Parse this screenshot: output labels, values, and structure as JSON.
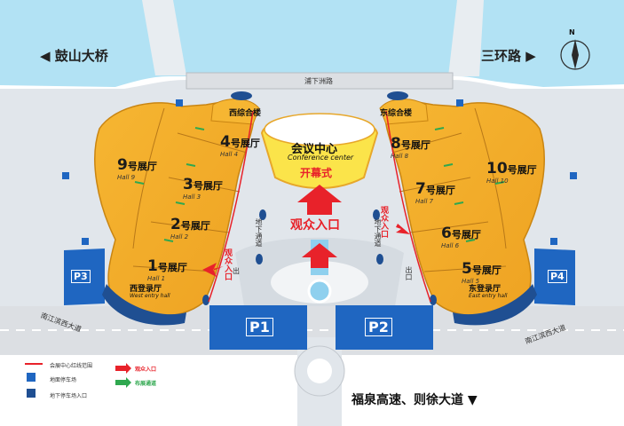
{
  "roads": {
    "top_left": "◀ 鼓山大桥",
    "top_right": "三环路 ▶",
    "top_center": "浦下洲路",
    "bottom_left": "南江滨西大道",
    "bottom_right": "南江滨西大道",
    "bottom_center": "福泉高速、则徐大道 ▼",
    "tunnel_left": "地下通道",
    "tunnel_right": "地下通道"
  },
  "compass": {
    "label": "N"
  },
  "center": {
    "cn": "会议中心",
    "en": "Conference center",
    "opening": "开幕式",
    "entrance": "观众入口"
  },
  "side_entrances": {
    "left": "观众入口",
    "right": "观众入口",
    "exit_left": "出",
    "exit_right": "出口"
  },
  "lobbies": {
    "west_main": "西综合楼",
    "east_main": "东综合楼",
    "west_entry": {
      "cn": "西登录厅",
      "en": "West entry hall"
    },
    "east_entry": {
      "cn": "东登录厅",
      "en": "East entry hall"
    }
  },
  "halls": [
    {
      "id": "hall-1",
      "num": "1",
      "cn": "号展厅",
      "en": "Hall 1"
    },
    {
      "id": "hall-2",
      "num": "2",
      "cn": "号展厅",
      "en": "Hall 2"
    },
    {
      "id": "hall-3",
      "num": "3",
      "cn": "号展厅",
      "en": "Hall 3"
    },
    {
      "id": "hall-4",
      "num": "4",
      "cn": "号展厅",
      "en": "Hall 4"
    },
    {
      "id": "hall-5",
      "num": "5",
      "cn": "号展厅",
      "en": "Hall 5"
    },
    {
      "id": "hall-6",
      "num": "6",
      "cn": "号展厅",
      "en": "Hall 6"
    },
    {
      "id": "hall-7",
      "num": "7",
      "cn": "号展厅",
      "en": "Hall 7"
    },
    {
      "id": "hall-8",
      "num": "8",
      "cn": "号展厅",
      "en": "Hall 8"
    },
    {
      "id": "hall-9",
      "num": "9",
      "cn": "号展厅",
      "en": "Hall 9"
    },
    {
      "id": "hall-10",
      "num": "10",
      "cn": "号展厅",
      "en": "Hall 10"
    }
  ],
  "parking": {
    "p1": "P1",
    "p2": "P2",
    "p3": "P3",
    "p4": "P4"
  },
  "legend": {
    "items": [
      {
        "key": "red-line",
        "label": "会展中心红线范围"
      },
      {
        "key": "parking",
        "label": "地面停车场"
      },
      {
        "key": "underground-parking",
        "label": "地下停车场入口"
      },
      {
        "key": "audience-entrance",
        "label": "观众入口"
      },
      {
        "key": "exhibitor-passage",
        "label": "布展通道"
      }
    ]
  },
  "colors": {
    "water": "#aedff2",
    "ground": "#e0e5ea",
    "hall": "#f0a928",
    "road": "#d9dde2",
    "parking": "#1f66c1",
    "accent_red": "#e8222a",
    "accent_green": "#2fa84f"
  }
}
